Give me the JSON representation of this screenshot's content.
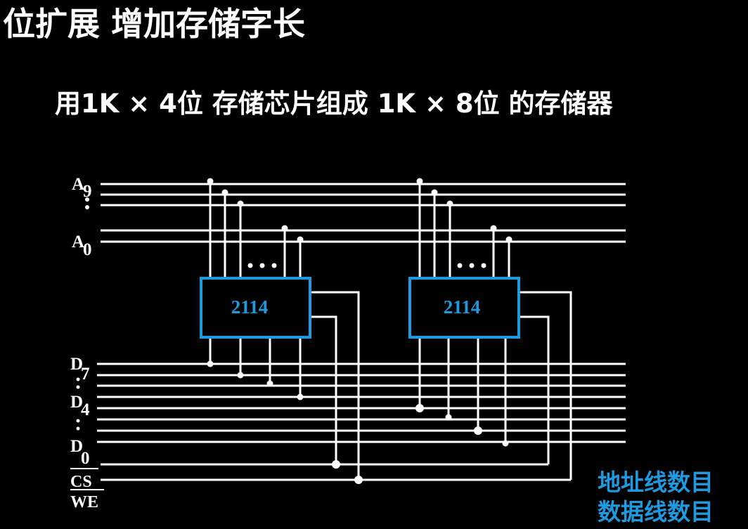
{
  "title": "位扩展 增加存储字长",
  "subtitle": "用1K × 4位 存储芯片组成 1K × 8位 的存储器",
  "diagram": {
    "chips": [
      {
        "label": "2114"
      },
      {
        "label": "2114"
      }
    ],
    "labels": {
      "a9_main": "A",
      "a9_sub": "9",
      "a0_main": "A",
      "a0_sub": "0",
      "d7_main": "D",
      "d7_sub": "7",
      "d4_main": "D",
      "d4_sub": "4",
      "d0_main": "D",
      "d0_sub": "0",
      "cs": "CS",
      "we": "WE"
    }
  },
  "notes": {
    "address_lines": "地址线数目",
    "data_lines": "数据线数目"
  },
  "colors": {
    "background": "#000000",
    "wire": "#ffffff",
    "accent": "#1e9be0"
  }
}
